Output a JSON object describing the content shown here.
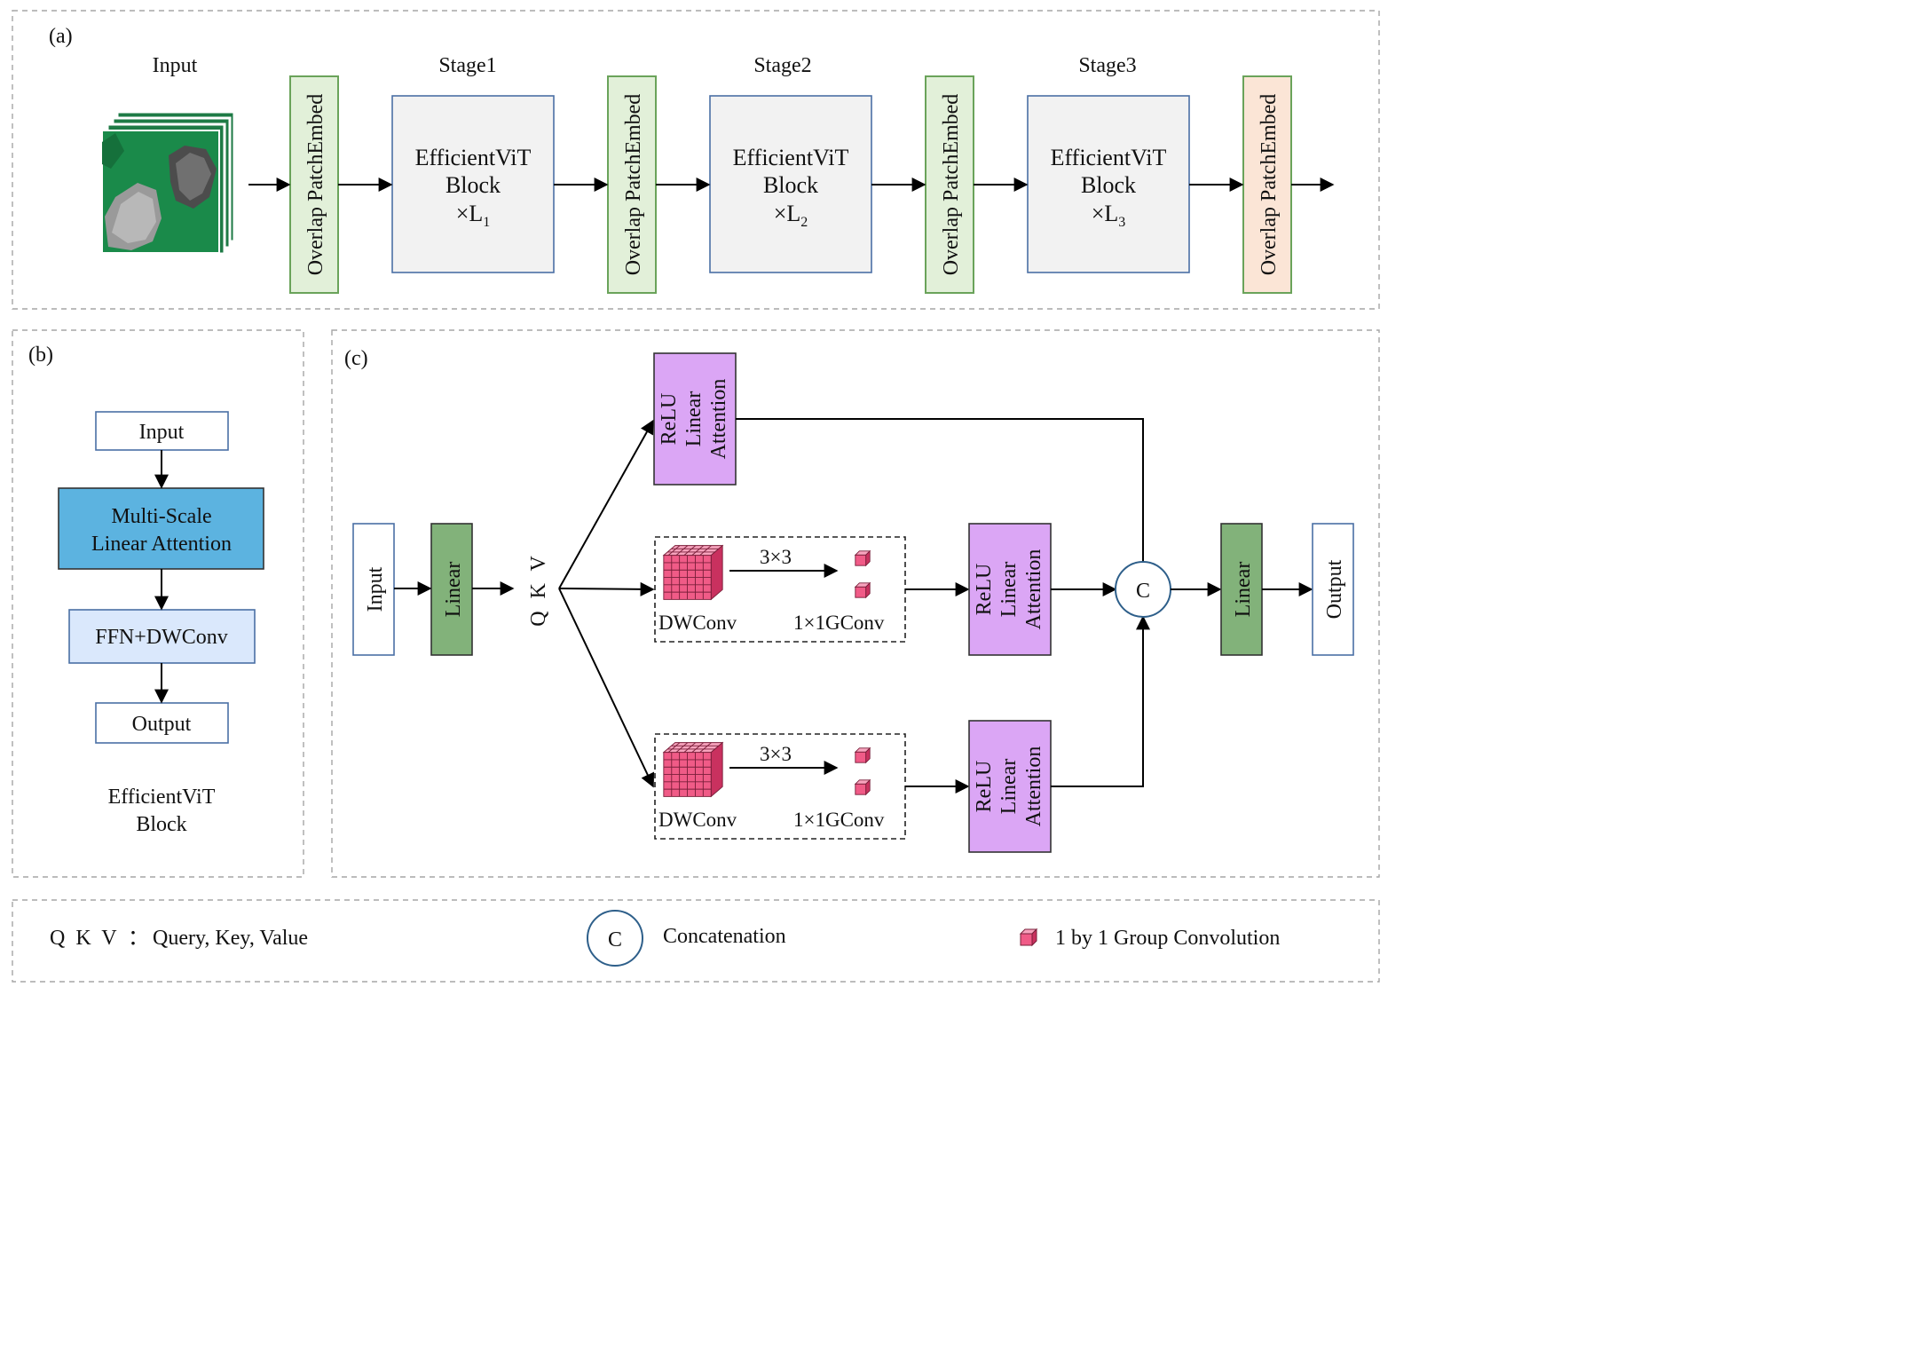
{
  "colors": {
    "patch_embed": "#e2f0d9",
    "patch_embed_border": "#6aa35a",
    "patch_embed_last": "#fbe5d6",
    "patch_embed_last_border": "#6aa35a",
    "vit_block": "#f2f2f2",
    "msla": "#5cb3e0",
    "ffn": "#dae8fc",
    "relu": "#dba6f5",
    "linear": "#82b27a",
    "pink": "#f05b87",
    "pink_dark": "#c9315f"
  },
  "panel_a": {
    "label": "(a)",
    "input_title": "Input",
    "input_image_icon": "stacked-ore-image-icon",
    "patch_embed": [
      "Overlap PatchEmbed",
      "Overlap PatchEmbed",
      "Overlap PatchEmbed",
      "Overlap PatchEmbed"
    ],
    "stages": [
      {
        "title": "Stage1",
        "line1": "EfficientViT",
        "line2": "Block",
        "prefix": "×L",
        "sub": "1"
      },
      {
        "title": "Stage2",
        "line1": "EfficientViT",
        "line2": "Block",
        "prefix": "×L",
        "sub": "2"
      },
      {
        "title": "Stage3",
        "line1": "EfficientViT",
        "line2": "Block",
        "prefix": "×L",
        "sub": "3"
      }
    ]
  },
  "panel_b": {
    "label": "(b)",
    "input": "Input",
    "msla_line1": "Multi-Scale",
    "msla_line2": "Linear Attention",
    "ffn": "FFN+DWConv",
    "output": "Output",
    "caption_line1": "EfficientViT",
    "caption_line2": "Block"
  },
  "panel_c": {
    "label": "(c)",
    "input": "Input",
    "linear_in": "Linear",
    "qkv": "Q K V",
    "relu": [
      "ReLU",
      "Linear",
      "Attention"
    ],
    "conv_kernel": "3×3",
    "dwconv": "DWConv",
    "gconv": "1×1GConv",
    "concat": "C",
    "linear_out": "Linear",
    "output": "Output"
  },
  "legend": {
    "qkv_key": "Q K V",
    "qkv_colon": "：",
    "qkv_value": "Query, Key, Value",
    "concat_symbol": "C",
    "concat_label": "Concatenation",
    "gconv_icon": "pink-cube-icon",
    "gconv_label": "1 by 1 Group Convolution"
  }
}
